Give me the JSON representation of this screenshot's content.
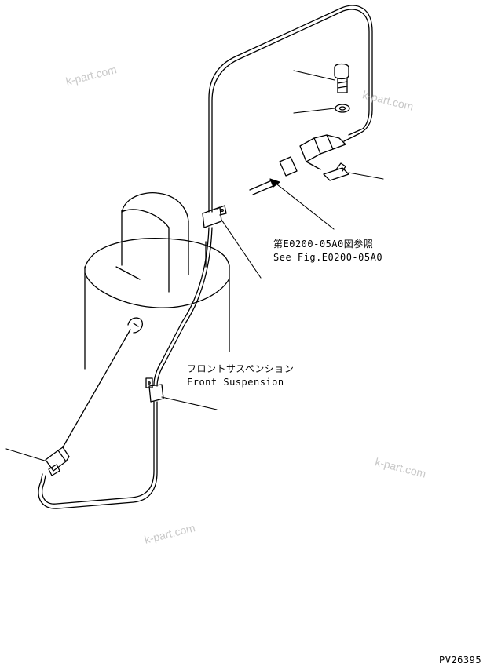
{
  "labels": {
    "ref_ja": "第E0200-05A0図参照",
    "ref_en": "See Fig.E0200-05A0",
    "suspension_ja": "フロントサスペンション",
    "suspension_en": "Front Suspension",
    "drawing_no": "PV26395"
  },
  "watermarks": [
    "k-part.com",
    "k-part.com",
    "k-part.com",
    "k-part.com"
  ],
  "colors": {
    "line": "#000000",
    "watermark": "#c8c8c8",
    "background": "#ffffff"
  }
}
